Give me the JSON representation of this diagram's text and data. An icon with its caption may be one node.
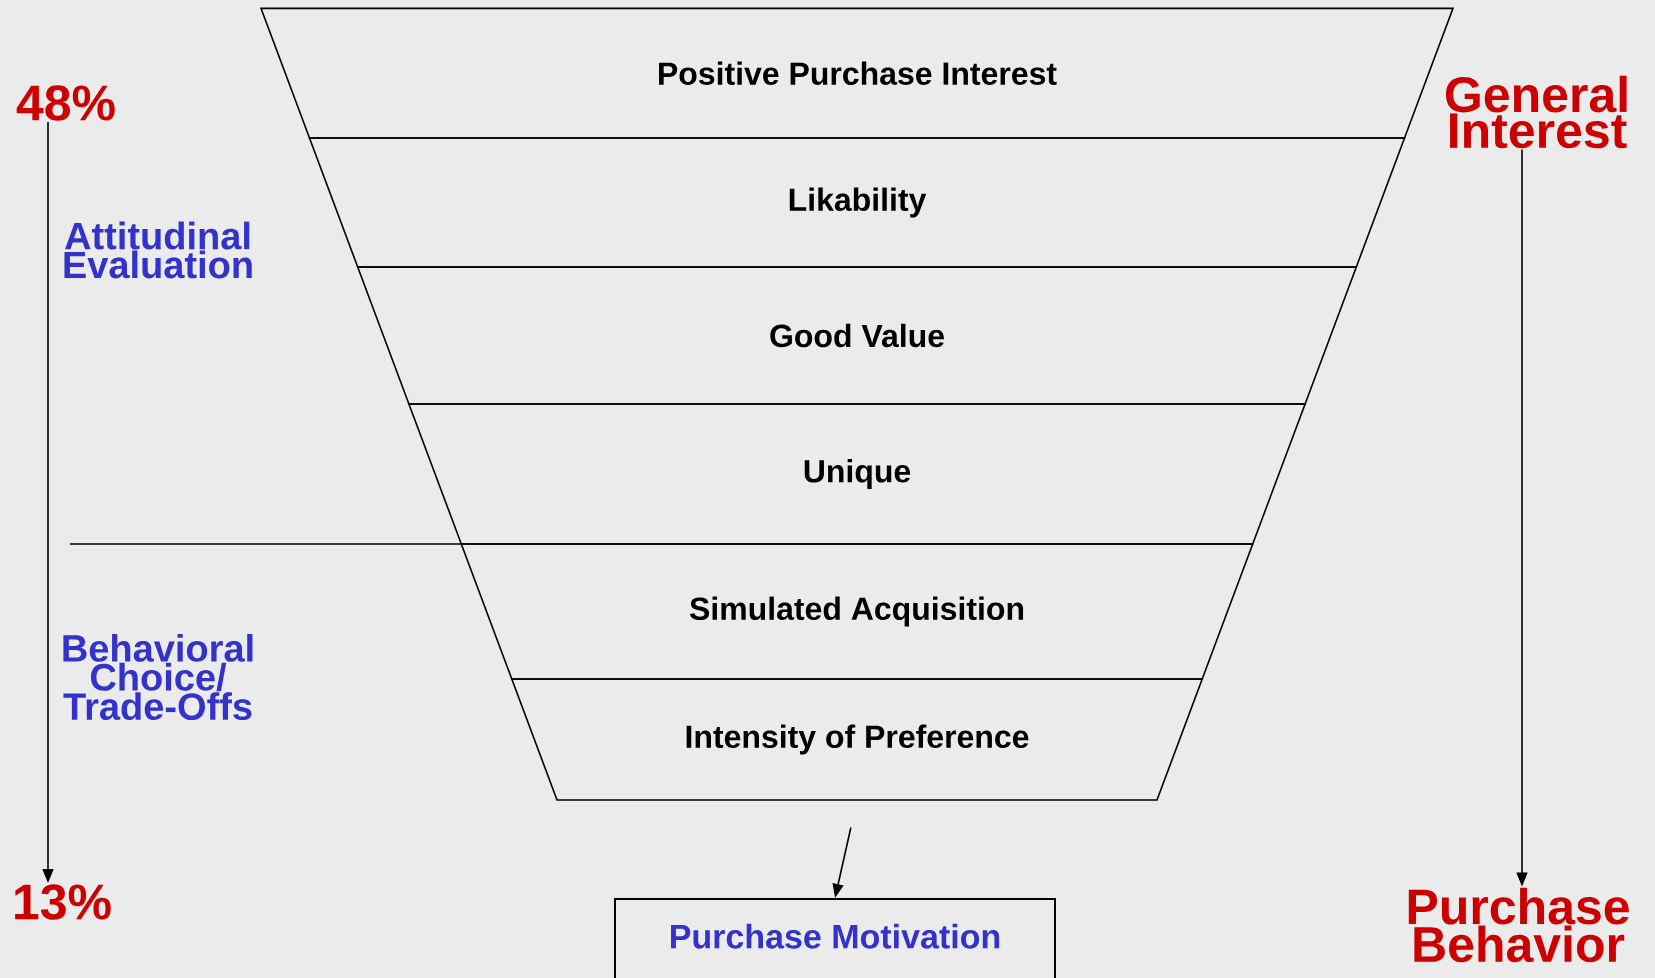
{
  "diagram": {
    "nodes": [
      {
        "text": [
          "Positive Purchase Interest"
        ]
      },
      {
        "text": [
          "Likability"
        ]
      },
      {
        "text": [
          "Good Value"
        ]
      },
      {
        "text": [
          "Unique"
        ]
      },
      {
        "text": [
          "Simulated Acquisition"
        ]
      },
      {
        "text": [
          "Intensity of Preference"
        ]
      },
      {
        "text": [
          "Purchase Motivation"
        ]
      },
      {
        "text": [
          "48%"
        ]
      },
      {
        "text": [
          "13%"
        ]
      },
      {
        "text": [
          "General Interest"
        ]
      },
      {
        "text": [
          "Purchase Behavior"
        ]
      }
    ],
    "edges": [
      {
        "from": 5,
        "to": 6,
        "arrow": "to"
      },
      {
        "from": 7,
        "to": 8,
        "arrow": "to"
      },
      {
        "from": 9,
        "to": 10,
        "arrow": "to"
      }
    ],
    "labels": [
      "Attitudinal Evaluation",
      "Behavioral Choice/ Trade-Offs"
    ]
  }
}
